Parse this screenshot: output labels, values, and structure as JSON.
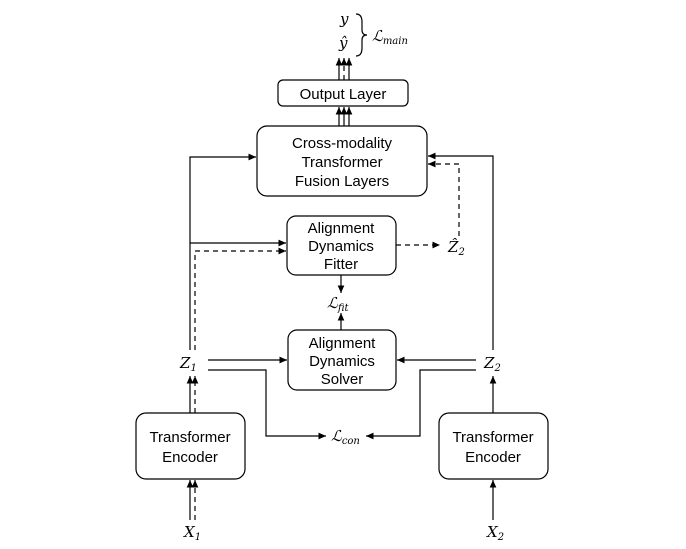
{
  "boxes": {
    "output_layer": [
      "Output Layer"
    ],
    "cross_modality": [
      "Cross-modality",
      "Transformer",
      "Fusion Layers"
    ],
    "fitter": [
      "Alignment",
      "Dynamics",
      "Fitter"
    ],
    "solver": [
      "Alignment",
      "Dynamics",
      "Solver"
    ],
    "encoder_1": [
      "Transformer",
      "Encoder"
    ],
    "encoder_2": [
      "Transformer",
      "Encoder"
    ]
  },
  "symbols": {
    "y": "y",
    "y_hat": "ŷ",
    "loss_main": "ℒ",
    "loss_main_sub": "main",
    "loss_fit": "ℒ",
    "loss_fit_sub": "fit",
    "loss_con": "ℒ",
    "loss_con_sub": "con",
    "z1": "Z",
    "z1_sub": "1",
    "z2": "Z",
    "z2_sub": "2",
    "z2_hat": "Ẑ",
    "z2_hat_sub": "2",
    "x1": "X",
    "x1_sub": "1",
    "x2": "X",
    "x2_sub": "2"
  }
}
